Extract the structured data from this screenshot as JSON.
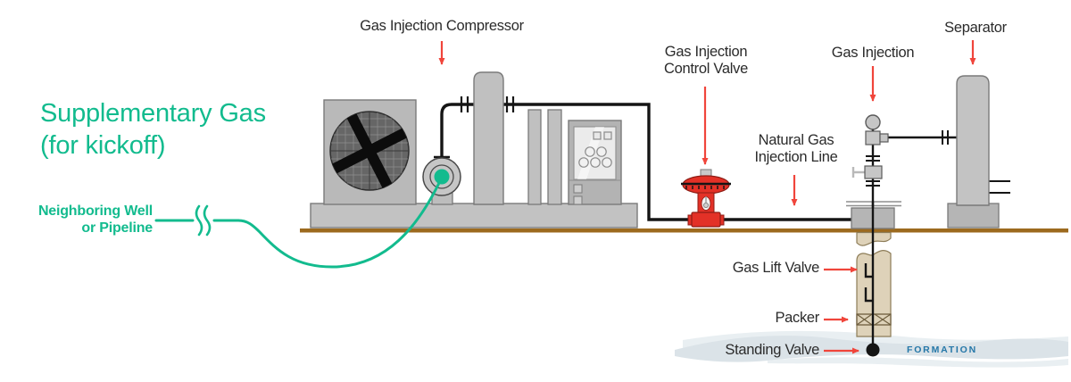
{
  "colors": {
    "accent_teal": "#12bb8e",
    "arrow_red": "#f0453b",
    "valve_red": "#e33127",
    "ground_brown": "#9c6a1e",
    "formation_blue": "#2577a8",
    "casing_tan": "#ded2b9",
    "equipment_gray": "#c2c2c2",
    "label_dark": "#2b2b2b"
  },
  "headline": {
    "line1": "Supplementary Gas",
    "line2": "(for kickoff)"
  },
  "source": {
    "line1": "Neighboring Well",
    "line2": "or Pipeline"
  },
  "labels": {
    "compressor": "Gas Injection Compressor",
    "control_valve_1": "Gas Injection",
    "control_valve_2": "Control Valve",
    "injection_line_1": "Natural Gas",
    "injection_line_2": "Injection Line",
    "gas_injection": "Gas Injection",
    "separator": "Separator",
    "gas_lift_valve": "Gas Lift Valve",
    "packer": "Packer",
    "standing_valve": "Standing Valve",
    "formation": "FORMATION"
  }
}
